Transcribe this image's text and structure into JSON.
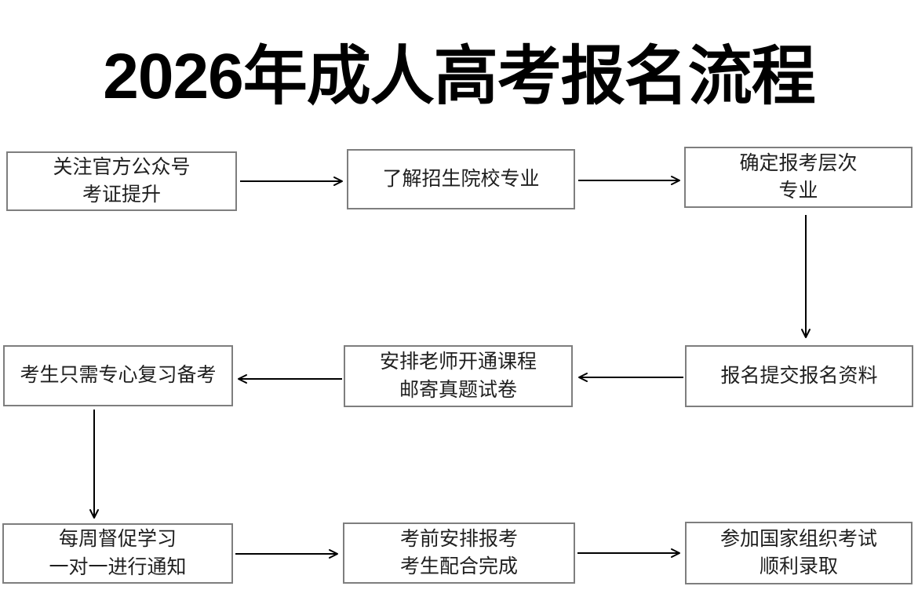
{
  "page": {
    "title": "2026年成人高考报名流程"
  },
  "colors": {
    "title": "#000000",
    "box_border": "#7e7e7e",
    "box_text": "#1f1f1f",
    "arrow": "#000000"
  },
  "flow": {
    "nodes": [
      {
        "id": "step-1",
        "name": "follow-official-account",
        "lines": [
          "关注官方公众号",
          "考证提升"
        ]
      },
      {
        "id": "step-2",
        "name": "learn-school-majors",
        "lines": [
          "了解招生院校专业"
        ]
      },
      {
        "id": "step-3",
        "name": "confirm-level-major",
        "lines": [
          "确定报考层次",
          "专业"
        ]
      },
      {
        "id": "step-4",
        "name": "submit-registration-materials",
        "lines": [
          "报名提交报名资料"
        ]
      },
      {
        "id": "step-5",
        "name": "teacher-opens-course-mails-papers",
        "lines": [
          "安排老师开通课程",
          "邮寄真题试卷"
        ]
      },
      {
        "id": "step-6",
        "name": "candidate-focus-review",
        "lines": [
          "考生只需专心复习备考"
        ]
      },
      {
        "id": "step-7",
        "name": "weekly-study-supervision",
        "lines": [
          "每周督促学习",
          "一对一进行通知"
        ]
      },
      {
        "id": "step-8",
        "name": "pre-exam-arrangement",
        "lines": [
          "考前安排报考",
          "考生配合完成"
        ]
      },
      {
        "id": "step-9",
        "name": "take-national-exam-admitted",
        "lines": [
          "参加国家组织考试",
          "顺利录取"
        ]
      }
    ],
    "edges": [
      {
        "from": "step-1",
        "to": "step-2"
      },
      {
        "from": "step-2",
        "to": "step-3"
      },
      {
        "from": "step-3",
        "to": "step-4"
      },
      {
        "from": "step-4",
        "to": "step-5"
      },
      {
        "from": "step-5",
        "to": "step-6"
      },
      {
        "from": "step-6",
        "to": "step-7"
      },
      {
        "from": "step-7",
        "to": "step-8"
      },
      {
        "from": "step-8",
        "to": "step-9"
      }
    ]
  }
}
